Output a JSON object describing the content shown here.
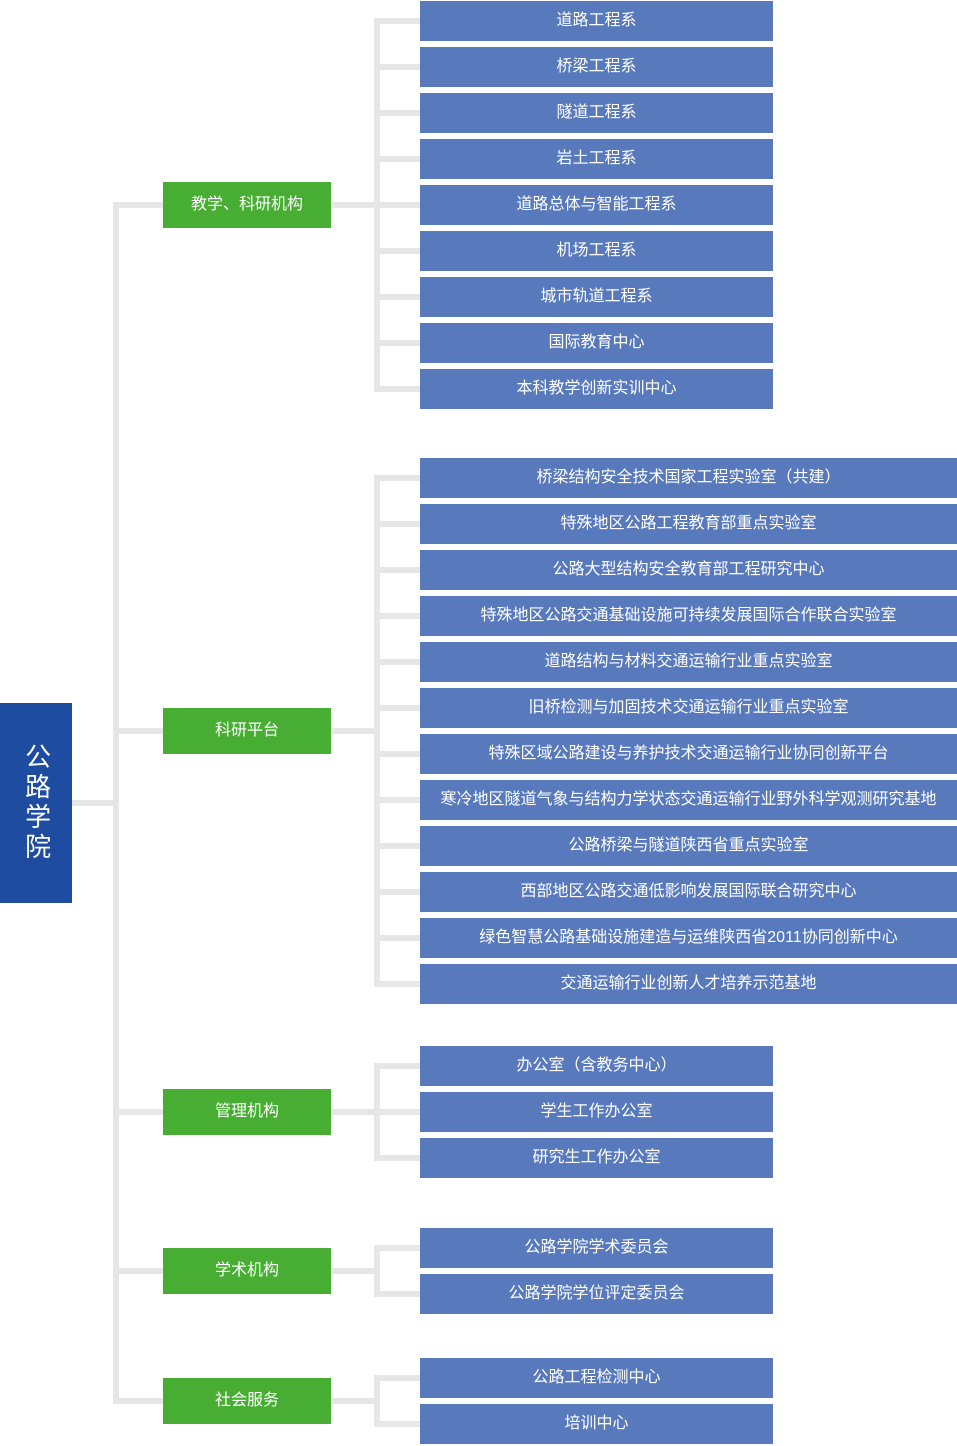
{
  "root": {
    "label": "公路学院"
  },
  "colors": {
    "root_bg": "#1E4CA1",
    "category_bg": "#47AE33",
    "item_bg": "#587ABD",
    "connector": "#E6E6E6",
    "text": "#FFFFFF"
  },
  "groups": [
    {
      "label": "教学、科研机构",
      "items": [
        "道路工程系",
        "桥梁工程系",
        "隧道工程系",
        "岩土工程系",
        "道路总体与智能工程系",
        "机场工程系",
        "城市轨道工程系",
        "国际教育中心",
        "本科教学创新实训中心"
      ]
    },
    {
      "label": "科研平台",
      "items": [
        "桥梁结构安全技术国家工程实验室（共建）",
        "特殊地区公路工程教育部重点实验室",
        "公路大型结构安全教育部工程研究中心",
        "特殊地区公路交通基础设施可持续发展国际合作联合实验室",
        "道路结构与材料交通运输行业重点实验室",
        "旧桥检测与加固技术交通运输行业重点实验室",
        "特殊区域公路建设与养护技术交通运输行业协同创新平台",
        "寒冷地区隧道气象与结构力学状态交通运输行业野外科学观测研究基地",
        "公路桥梁与隧道陕西省重点实验室",
        "西部地区公路交通低影响发展国际联合研究中心",
        "绿色智慧公路基础设施建造与运维陕西省2011协同创新中心",
        "交通运输行业创新人才培养示范基地"
      ]
    },
    {
      "label": "管理机构",
      "items": [
        "办公室（含教务中心）",
        "学生工作办公室",
        "研究生工作办公室"
      ]
    },
    {
      "label": "学术机构",
      "items": [
        "公路学院学术委员会",
        "公路学院学位评定委员会"
      ]
    },
    {
      "label": "社会服务",
      "items": [
        "公路工程检测中心",
        "培训中心"
      ]
    }
  ]
}
